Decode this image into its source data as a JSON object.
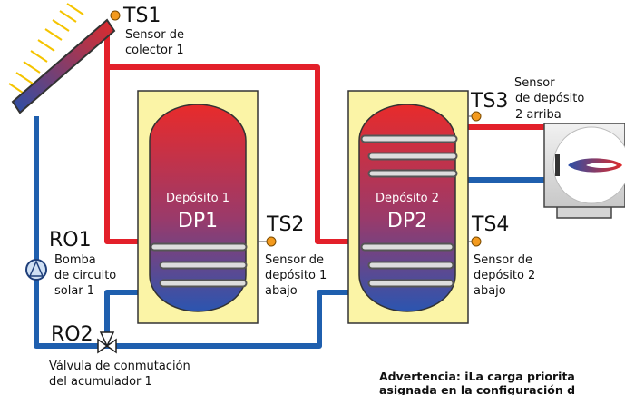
{
  "sensors": {
    "ts1": {
      "tag": "TS1",
      "desc_line1": "Sensor de",
      "desc_line2": "colector 1"
    },
    "ts2": {
      "tag": "TS2",
      "desc_line1": "Sensor de",
      "desc_line2": "depósito 1",
      "desc_line3": "abajo"
    },
    "ts3": {
      "tag": "TS3",
      "desc_line1": "Sensor",
      "desc_line2": "de depósito",
      "desc_line3": "2 arriba"
    },
    "ts4": {
      "tag": "TS4",
      "desc_line1": "Sensor de",
      "desc_line2": "depósito 2",
      "desc_line3": "abajo"
    }
  },
  "tanks": {
    "dp1": {
      "name": "Depósito 1",
      "code": "DP1"
    },
    "dp2": {
      "name": "Depósito 2",
      "code": "DP2"
    }
  },
  "outputs": {
    "ro1": {
      "tag": "RO1",
      "desc_line1": "Bomba",
      "desc_line2": "de circuito",
      "desc_line3": "solar 1"
    },
    "ro2": {
      "tag": "RO2",
      "desc_line1": "Válvula de conmutación",
      "desc_line2": "del acumulador 1"
    }
  },
  "warning": {
    "line1": "Advertencia: iLa carga priorita",
    "line2": "asignada en la configuración d"
  },
  "colors": {
    "hot": "#e3202a",
    "cold": "#1f5fae",
    "tank_frame": "#fbf4a6",
    "sensor": "#f39a1e"
  }
}
